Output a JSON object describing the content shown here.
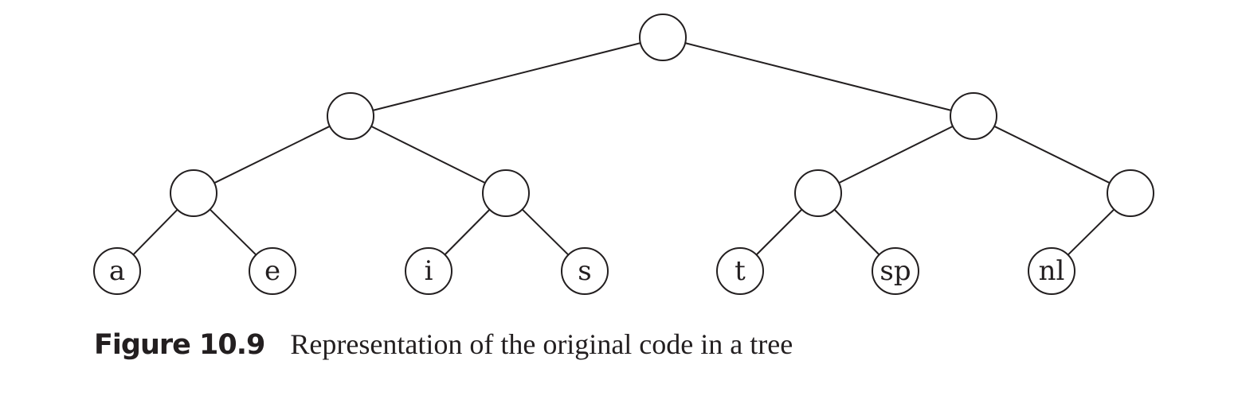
{
  "diagram": {
    "type": "binary-tree",
    "nodes": [
      {
        "id": "root",
        "label": ""
      },
      {
        "id": "L",
        "label": ""
      },
      {
        "id": "R",
        "label": ""
      },
      {
        "id": "LL",
        "label": ""
      },
      {
        "id": "LR",
        "label": ""
      },
      {
        "id": "RL",
        "label": ""
      },
      {
        "id": "RR",
        "label": ""
      },
      {
        "id": "a",
        "label": "a"
      },
      {
        "id": "e",
        "label": "e"
      },
      {
        "id": "i",
        "label": "i"
      },
      {
        "id": "s",
        "label": "s"
      },
      {
        "id": "t",
        "label": "t"
      },
      {
        "id": "sp",
        "label": "sp"
      },
      {
        "id": "nl",
        "label": "nl"
      }
    ],
    "edges": [
      [
        "root",
        "L"
      ],
      [
        "root",
        "R"
      ],
      [
        "L",
        "LL"
      ],
      [
        "L",
        "LR"
      ],
      [
        "R",
        "RL"
      ],
      [
        "R",
        "RR"
      ],
      [
        "LL",
        "a"
      ],
      [
        "LL",
        "e"
      ],
      [
        "LR",
        "i"
      ],
      [
        "LR",
        "s"
      ],
      [
        "RL",
        "t"
      ],
      [
        "RL",
        "sp"
      ],
      [
        "RR",
        "nl"
      ]
    ]
  },
  "caption": {
    "label": "Figure 10.9",
    "text": "Representation of the original code in a tree"
  }
}
